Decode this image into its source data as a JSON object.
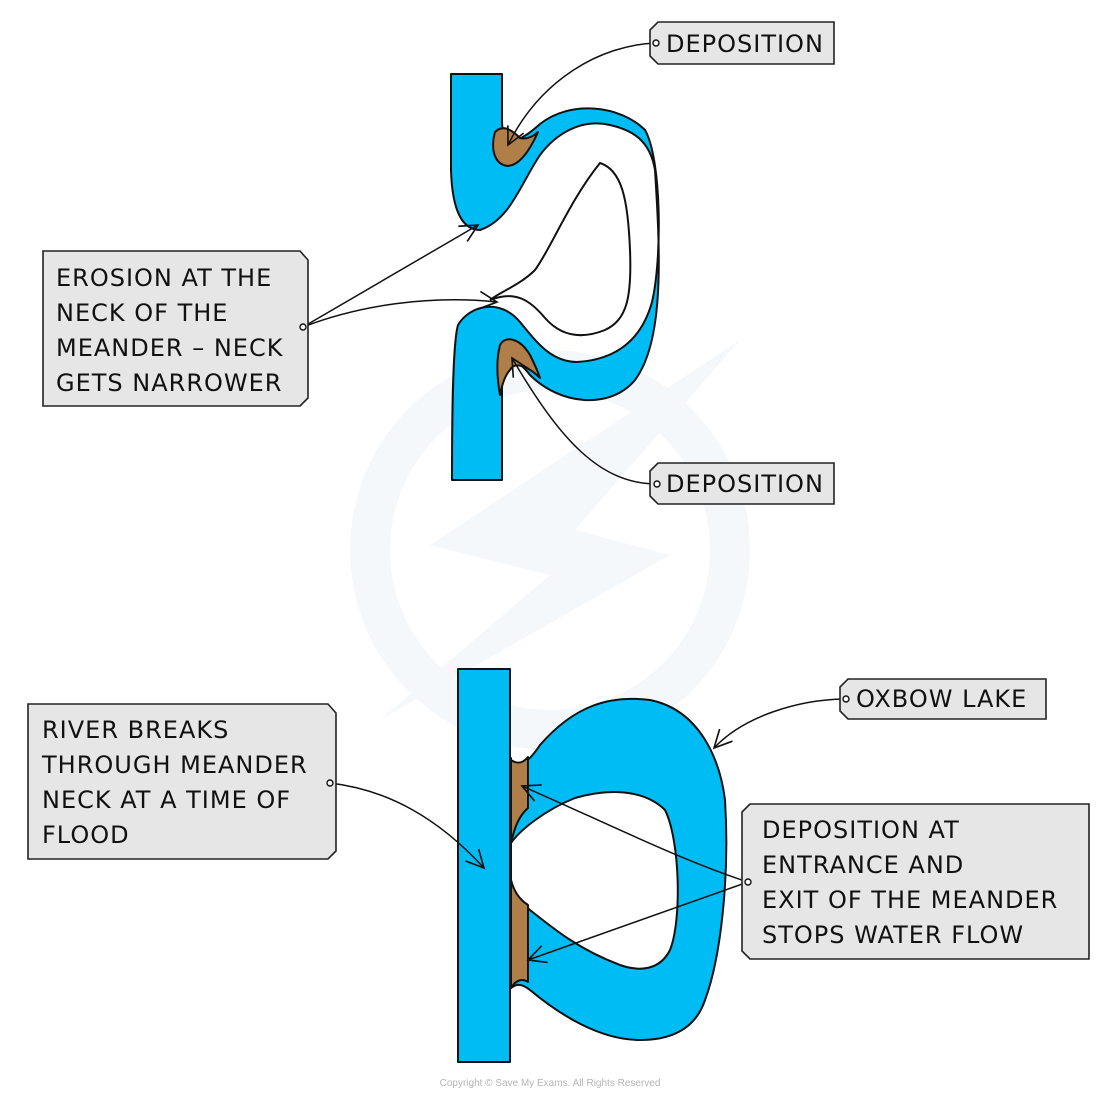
{
  "diagram": {
    "title": "Formation of an oxbow lake",
    "colors": {
      "river": "#00bcf5",
      "deposition": "#b07e48",
      "label_bg": "#e6e6e6",
      "outline": "#111111"
    },
    "stage1": {
      "labels": {
        "deposition_top": "DEPOSITION",
        "erosion": [
          "EROSION AT THE",
          "NECK OF THE",
          "MEANDER – NECK",
          "GETS NARROWER"
        ],
        "deposition_bottom": "DEPOSITION"
      }
    },
    "stage2": {
      "labels": {
        "river_breaks": [
          "RIVER BREAKS",
          "THROUGH MEANDER",
          "NECK AT A TIME OF",
          "FLOOD"
        ],
        "oxbow_lake": "OXBOW LAKE",
        "deposition_entrance": [
          "DEPOSITION AT",
          "ENTRANCE AND",
          "EXIT OF THE MEANDER",
          "STOPS WATER FLOW"
        ]
      }
    },
    "watermark": "lightning-logo",
    "copyright": "Copyright © Save My Exams. All Rights Reserved"
  }
}
